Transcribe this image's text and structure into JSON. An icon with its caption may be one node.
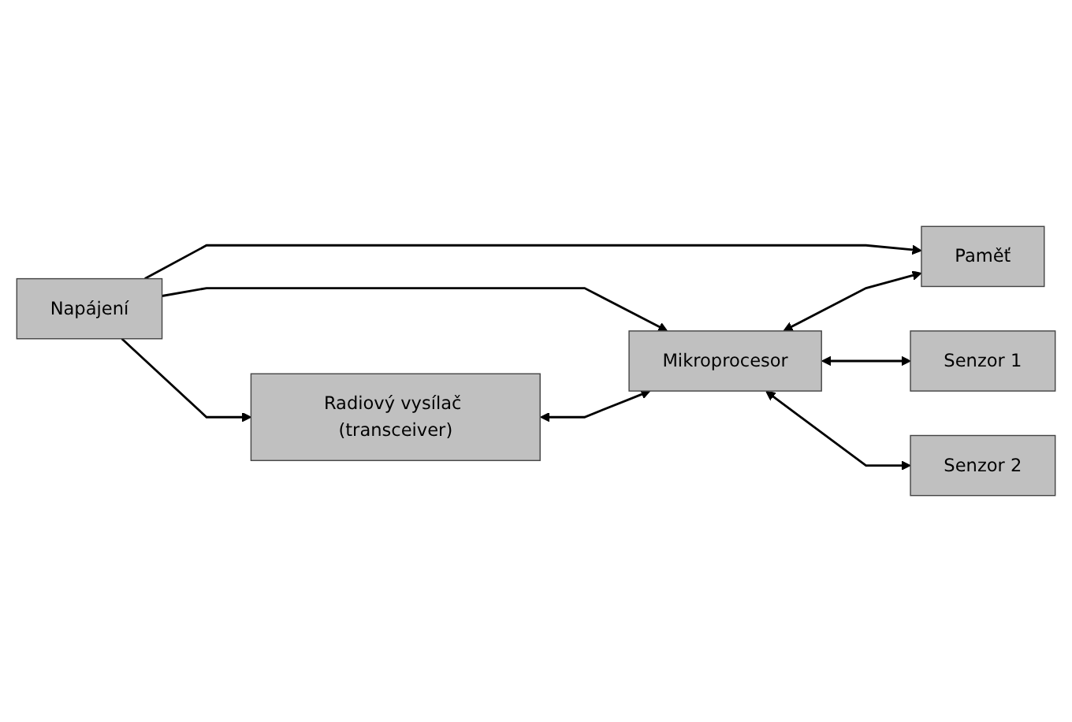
{
  "diagram": {
    "nodes": [
      {
        "text": [
          "Napájení"
        ]
      },
      {
        "text": [
          "Radiový vysílač (transceiver)"
        ]
      },
      {
        "text": [
          "Mikroprocesor"
        ]
      },
      {
        "text": [
          "Paměť"
        ]
      },
      {
        "text": [
          "Senzor 1"
        ]
      },
      {
        "text": [
          "Senzor 2"
        ]
      }
    ],
    "edges": [
      {
        "from": 0,
        "to": 1,
        "arrow": "to"
      },
      {
        "from": 0,
        "to": 2,
        "arrow": "to"
      },
      {
        "from": 0,
        "to": 3,
        "arrow": "to"
      },
      {
        "from": 1,
        "to": 2,
        "arrow": "both"
      },
      {
        "from": 2,
        "to": 3,
        "arrow": "both"
      },
      {
        "from": 2,
        "to": 4,
        "arrow": "both"
      },
      {
        "from": 2,
        "to": 5,
        "arrow": "both"
      }
    ]
  }
}
